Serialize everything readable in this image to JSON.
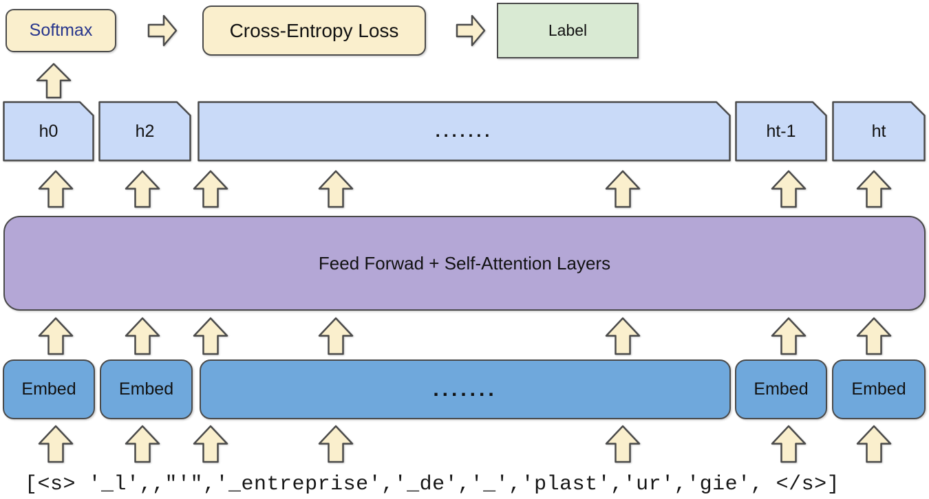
{
  "top_row": {
    "softmax": "Softmax",
    "cross_entropy": "Cross-Entropy Loss",
    "label": "Label"
  },
  "hidden_layer": {
    "boxes": [
      "h0",
      "h2",
      ".......",
      "ht-1",
      "ht"
    ]
  },
  "transformer": {
    "label": "Feed Forwad + Self-Attention Layers"
  },
  "embedding_layer": {
    "boxes": [
      "Embed",
      "Embed",
      ".......",
      "Embed",
      "Embed"
    ]
  },
  "input_tokens": {
    "text": "[<s> '_l',,\"'\",'_entreprise','_de','_','plast','ur','gie', </s>]"
  },
  "colors": {
    "cream": "#FAEFCD",
    "light_blue": "#C9DAF8",
    "purple": "#B4A7D6",
    "blue": "#6FA8DC",
    "green": "#D9EAD3",
    "border": "#4A4A4A",
    "softmax_text": "#27358C"
  }
}
